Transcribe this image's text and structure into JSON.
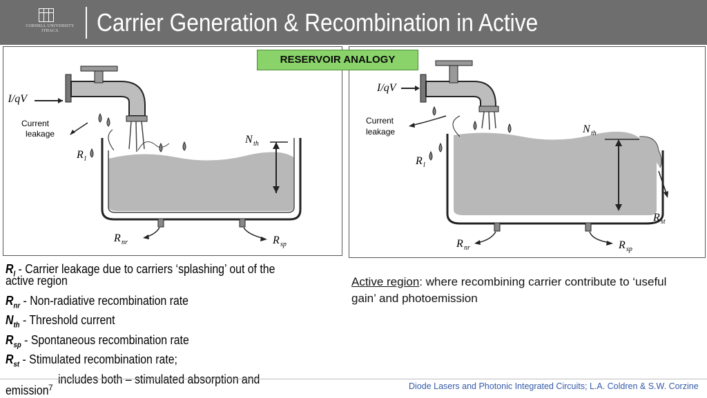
{
  "header": {
    "title": "Carrier Generation & Recombination in Active",
    "logo_text_line1": "CORNELL UNIVERSITY",
    "logo_text_line2": "ITHACA"
  },
  "badge": {
    "label": "RESERVOIR ANALOGY"
  },
  "left_diagram": {
    "labels": {
      "input": "I/qV",
      "leak1": "Current",
      "leak2": "leakage",
      "rl": "R",
      "rl_sub": "l",
      "nth": "N",
      "nth_sub": "th",
      "rnr": "R",
      "rnr_sub": "nr",
      "rsp": "R",
      "rsp_sub": "sp"
    }
  },
  "right_diagram": {
    "labels": {
      "input": "I/qV",
      "leak1": "Current",
      "leak2": "leakage",
      "rl": "R",
      "rl_sub": "l",
      "nth": "N",
      "nth_sub": "th",
      "rnr": "R",
      "rnr_sub": "nr",
      "rsp": "R",
      "rsp_sub": "sp",
      "rst": "R",
      "rst_sub": "st"
    }
  },
  "definitions": [
    {
      "sym": "R",
      "sub": "l",
      "text": " - Carrier leakage due to carriers ‘splashing’ out of the"
    },
    {
      "sym": "",
      "sub": "",
      "text": "active region"
    },
    {
      "sym": "R",
      "sub": "nr",
      "text": " - Non-radiative recombination rate"
    },
    {
      "sym": "N",
      "sub": "th",
      "text": " - Threshold current"
    },
    {
      "sym": "R",
      "sub": "sp",
      "text": " - Spontaneous recombination rate"
    },
    {
      "sym": "R",
      "sub": "st",
      "text": " - Stimulated recombination rate;"
    },
    {
      "sym": "",
      "sub": "",
      "text": "includes both – stimulated absorption and"
    },
    {
      "sym": "",
      "sub": "",
      "text": "emission"
    }
  ],
  "active_note": {
    "term": "Active region",
    "text": ": where recombining carrier contribute to ‘useful gain’ and photoemission"
  },
  "footer": {
    "page_number": "7",
    "citation": "Diode Lasers and Photonic Integrated Circuits; L.A. Coldren & S.W. Corzine"
  },
  "colors": {
    "header_bg": "#6e6e6e",
    "badge_bg": "#8ad36a",
    "citation": "#355aa8",
    "water": "#b8b8b8"
  }
}
